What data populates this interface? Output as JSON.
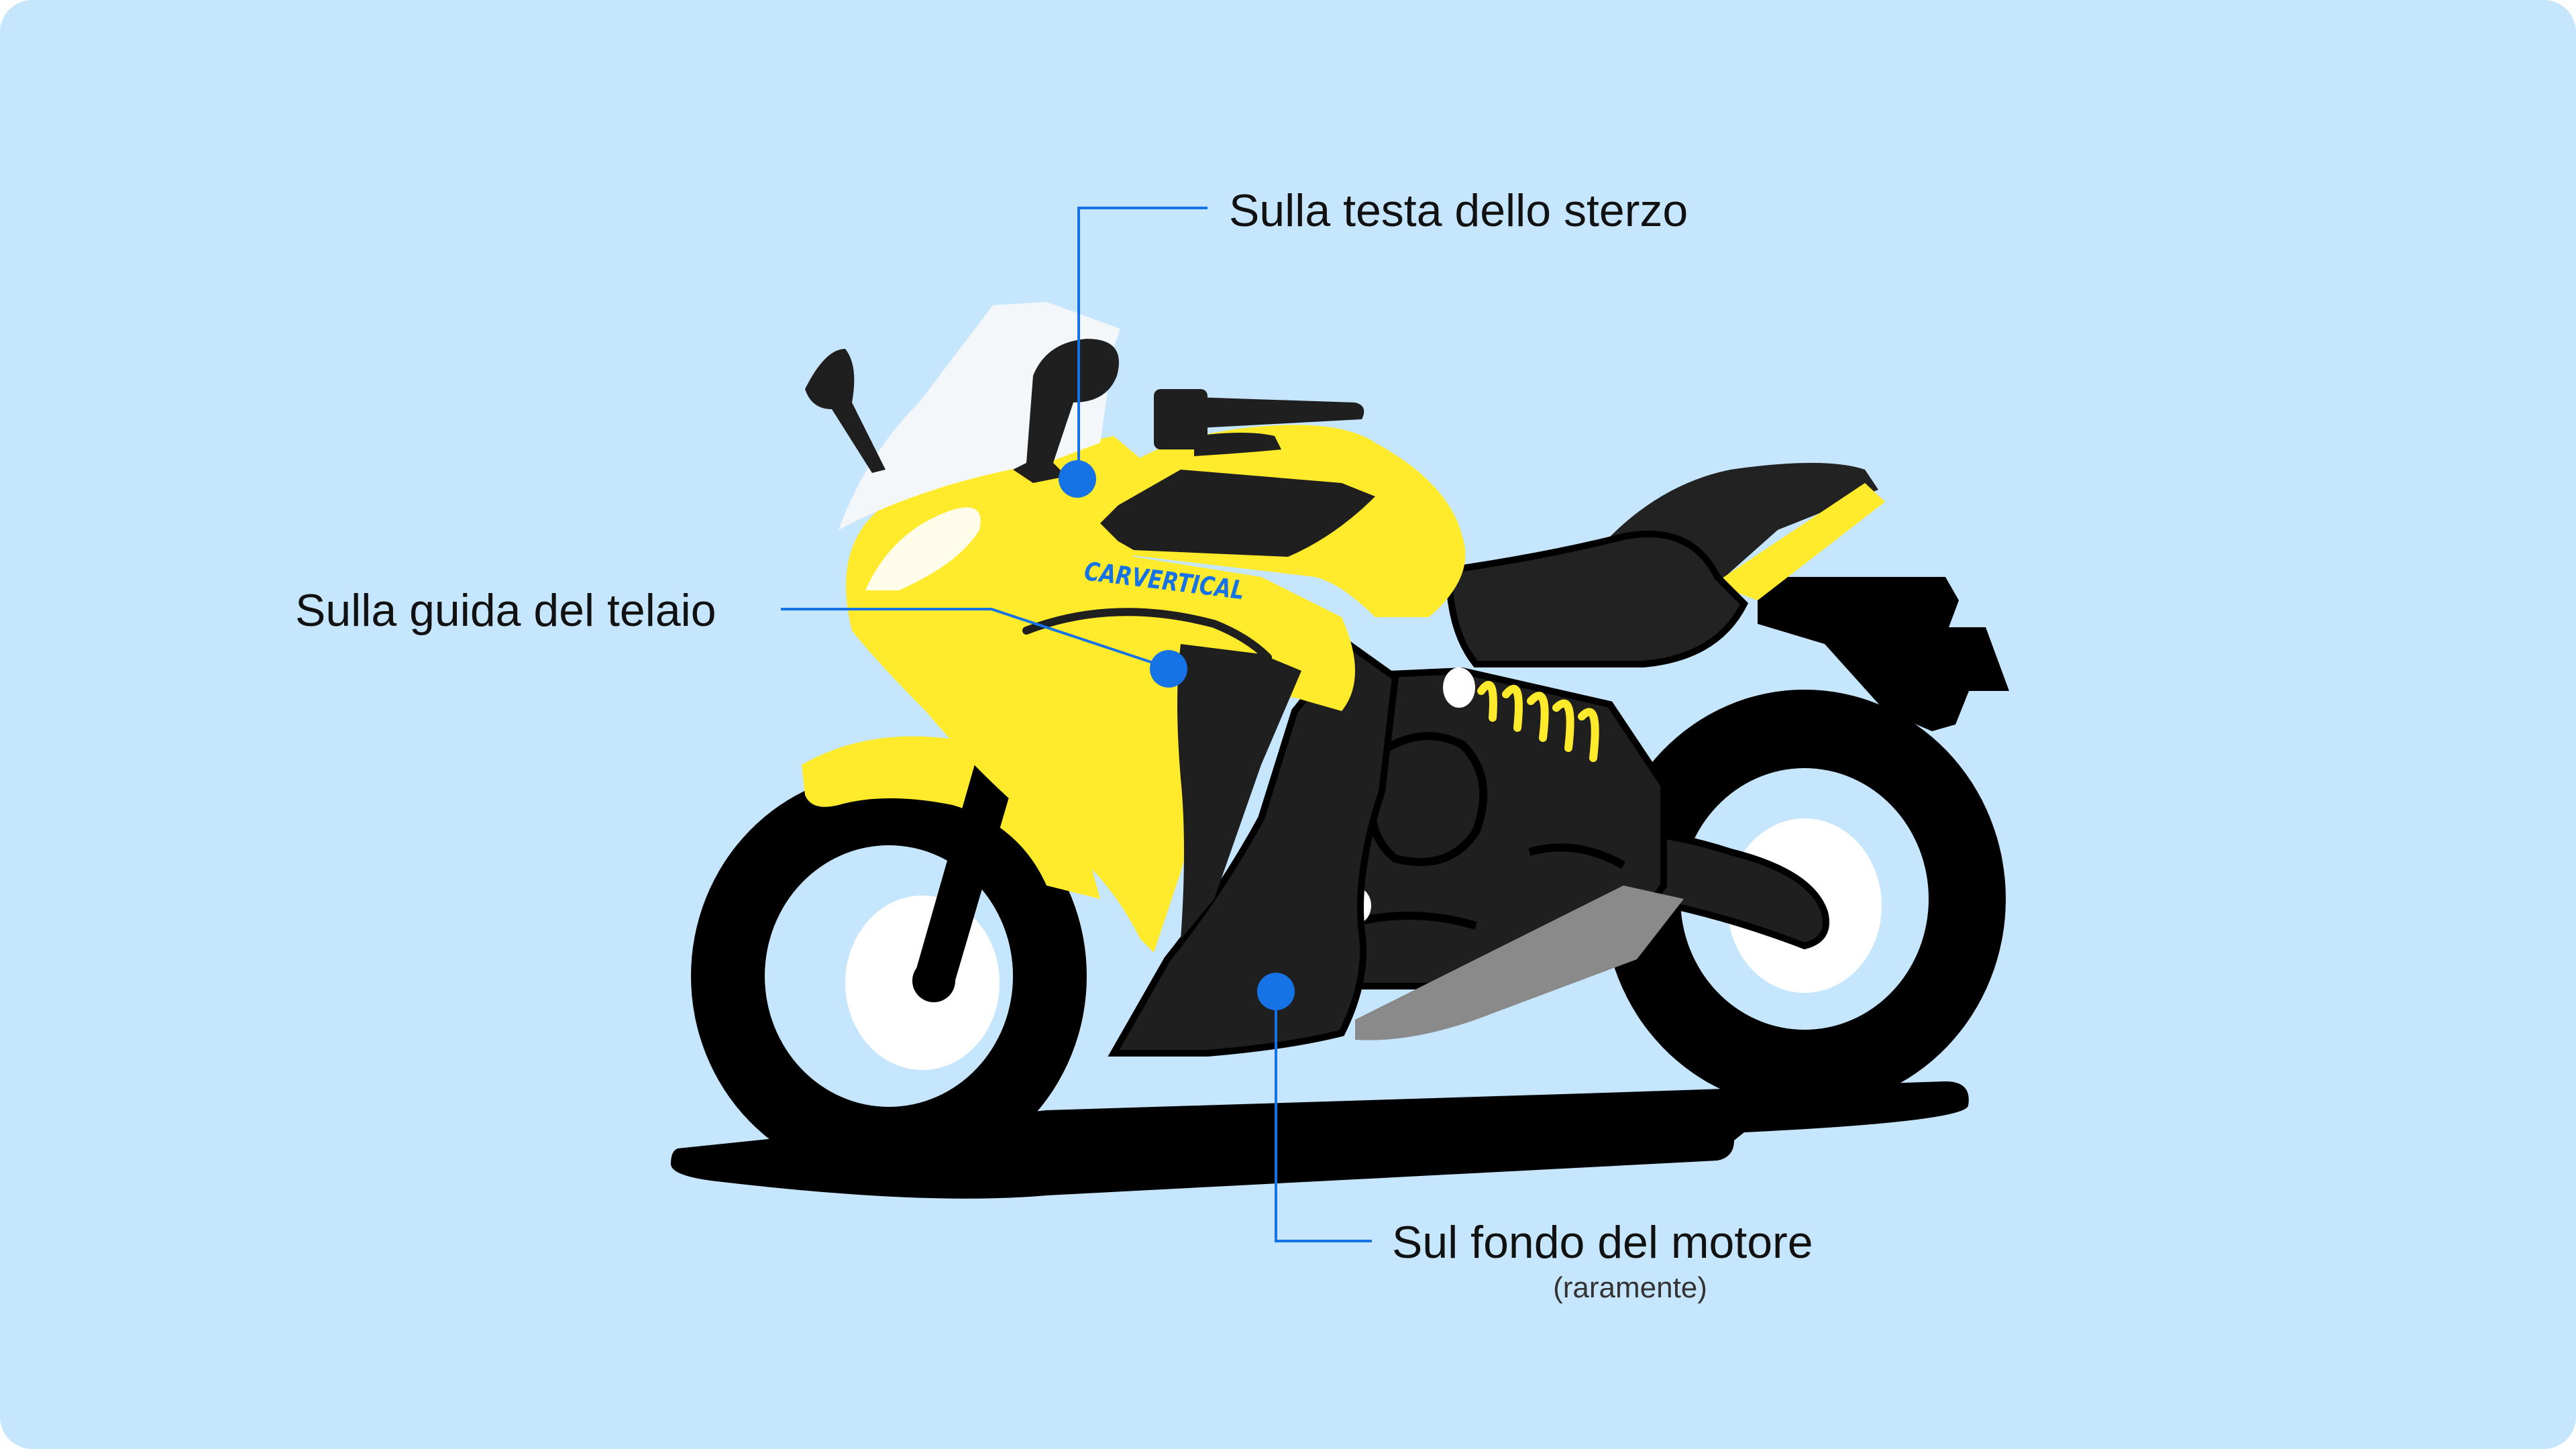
{
  "brand": {
    "logo_text": "CARVERTICAL"
  },
  "callouts": [
    {
      "id": "steering-head",
      "label": "Sulla testa dello sterzo"
    },
    {
      "id": "frame-rail",
      "label": "Sulla guida del telaio"
    },
    {
      "id": "engine-bottom",
      "label": "Sul fondo del motore",
      "note": "(raramente)"
    }
  ],
  "colors": {
    "background": "#C5E6FC",
    "body_yellow": "#FFEB2B",
    "body_black": "#1F1F1F",
    "accent_blue": "#1673E6",
    "windshield": "#F4F7FA",
    "skid_gray": "#8A8A8A"
  }
}
